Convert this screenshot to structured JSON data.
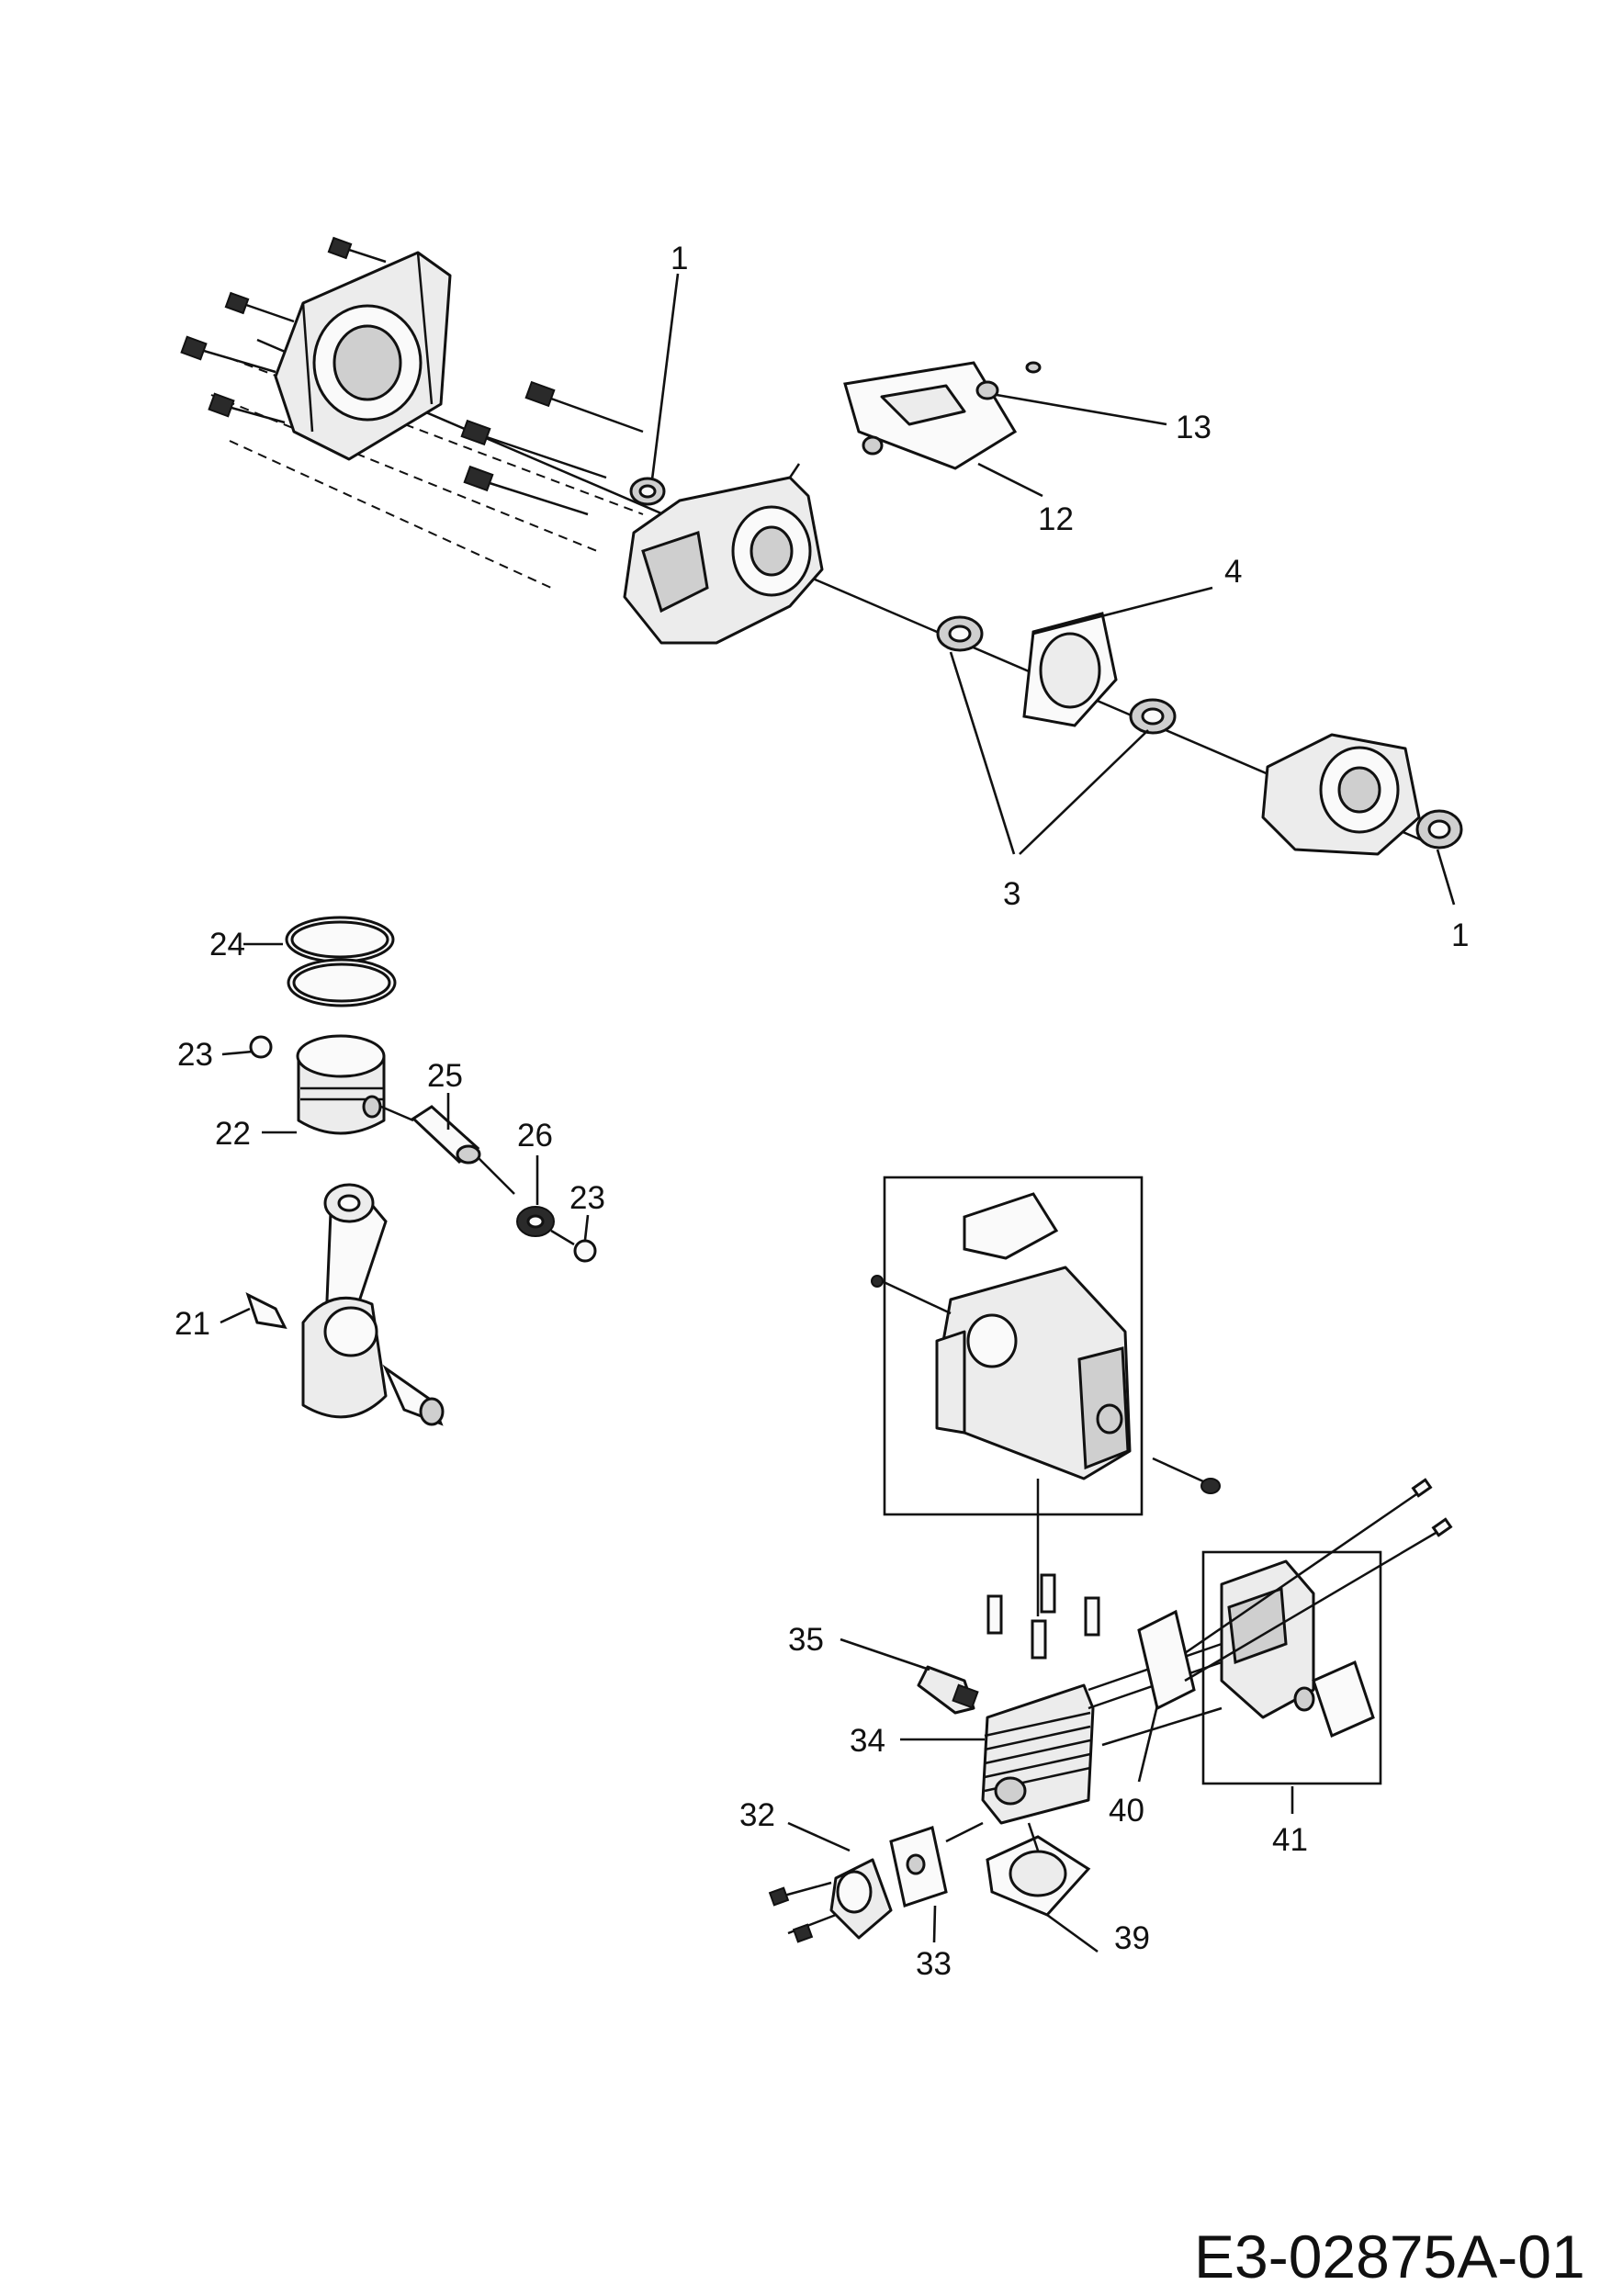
{
  "diagram": {
    "part_labels": {
      "p1a": "1",
      "p13": "13",
      "p12": "12",
      "p4": "4",
      "p3": "3",
      "p1b": "1",
      "p24": "24",
      "p23a": "23",
      "p25": "25",
      "p22": "22",
      "p26": "26",
      "p23b": "23",
      "p21": "21",
      "p35": "35",
      "p34": "34",
      "p32": "32",
      "p40": "40",
      "p41": "41",
      "p33": "33",
      "p39": "39"
    },
    "drawing_code": "E3-02875A-01"
  }
}
